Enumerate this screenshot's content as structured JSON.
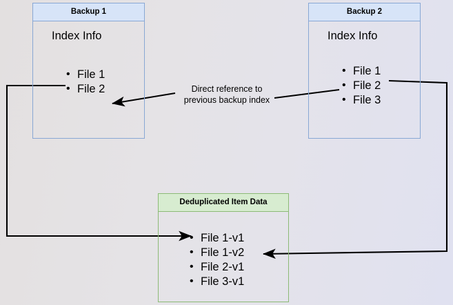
{
  "diagram": {
    "title_semantic": "backup-deduplication-reference-diagram",
    "colors": {
      "blue_border": "#88a7d4",
      "blue_header_fill": "#d7e4f8",
      "green_border": "#8cba76",
      "green_header_fill": "#d7ecd0",
      "arrow_stroke": "#000000",
      "background_left": "#e3e0e0",
      "background_right": "#e0e1f0"
    },
    "nodes": [
      {
        "id": "backup1",
        "header": "Backup 1",
        "section_label": "Index Info",
        "items": [
          "File 1",
          "File 2"
        ]
      },
      {
        "id": "backup2",
        "header": "Backup 2",
        "section_label": "Index Info",
        "items": [
          "File 1",
          "File 2",
          "File 3"
        ]
      },
      {
        "id": "dedup",
        "header": "Deduplicated Item Data",
        "items": [
          "File 1-v1",
          "File 1-v2",
          "File 2-v1",
          "File 3-v1"
        ]
      }
    ],
    "annotations": [
      {
        "id": "direct-reference",
        "line1": "Direct reference to",
        "line2": "previous backup index"
      }
    ]
  }
}
